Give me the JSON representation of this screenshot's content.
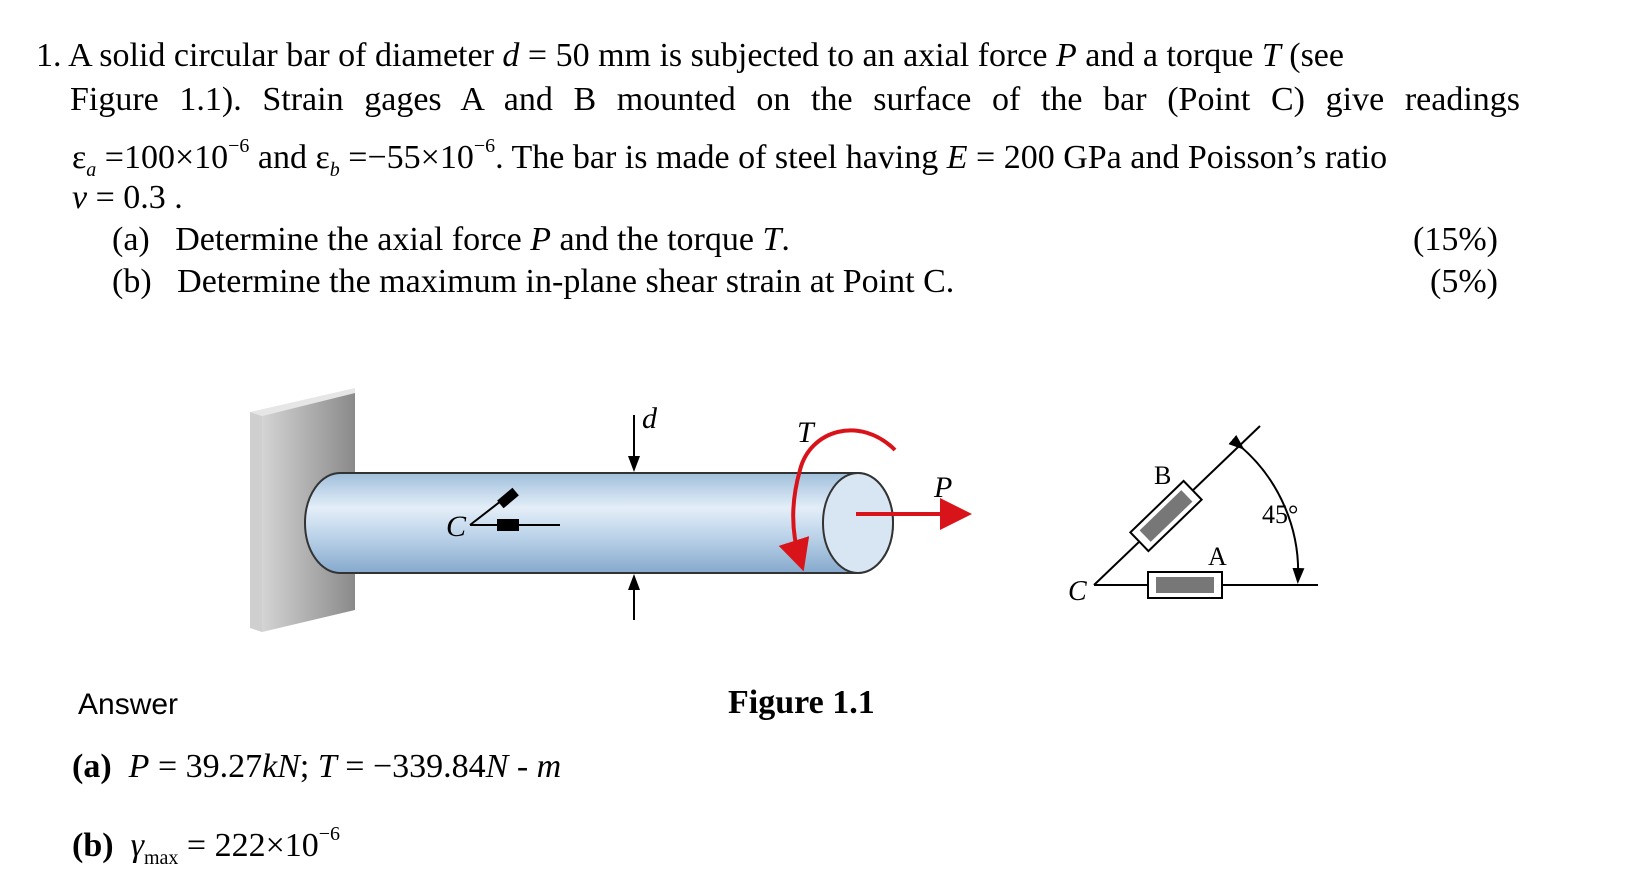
{
  "problem": {
    "number": "1.",
    "line1": {
      "a": "A solid circular bar of diameter",
      "d": "d",
      "b": "= 50 mm is subjected to an axial force",
      "P": "P",
      "c": "and a torque",
      "T": "T",
      "e": "(see"
    },
    "line2": "Figure 1.1). Strain gages A and B mounted on the surface of the bar (Point C) give readings",
    "line3": {
      "eps": "ε",
      "sub_a": "a",
      "eq1": "=100×10",
      "exp1": "−6",
      "and": "and",
      "sub_b": "b",
      "eq2": "=−55×10",
      "exp2": "−6",
      "rest": ". The bar is made of steel having",
      "E": "E",
      "tail": "= 200 GPa and Poisson’s ratio"
    },
    "line4": {
      "nu": "ν",
      "val": "= 0.3 ."
    },
    "parts": [
      {
        "label": "(a)",
        "pre": "Determine the axial force",
        "P": "P",
        "mid": "and the torque",
        "T": "T",
        "post": ".",
        "marks": "(15%)"
      },
      {
        "label": "(b)",
        "text": "Determine the maximum in-plane shear strain at Point C.",
        "marks": "(5%)"
      }
    ]
  },
  "figure": {
    "caption": "Figure 1.1",
    "labels": {
      "d": "d",
      "T": "T",
      "P": "P",
      "C": "C",
      "C2": "C",
      "B": "B",
      "A": "A",
      "angle": "45°"
    }
  },
  "answer": {
    "heading": "Answer",
    "a": {
      "label": "(a)",
      "P": "P",
      "p_val": "= 39.27",
      "p_unit": "kN",
      "semi": ";",
      "T": "T",
      "t_val": "= −339.84",
      "t_unit": "N - m"
    },
    "b": {
      "label": "(b)",
      "gamma": "γ",
      "sub": "max",
      "val": "= 222×10",
      "exp": "−6"
    }
  }
}
